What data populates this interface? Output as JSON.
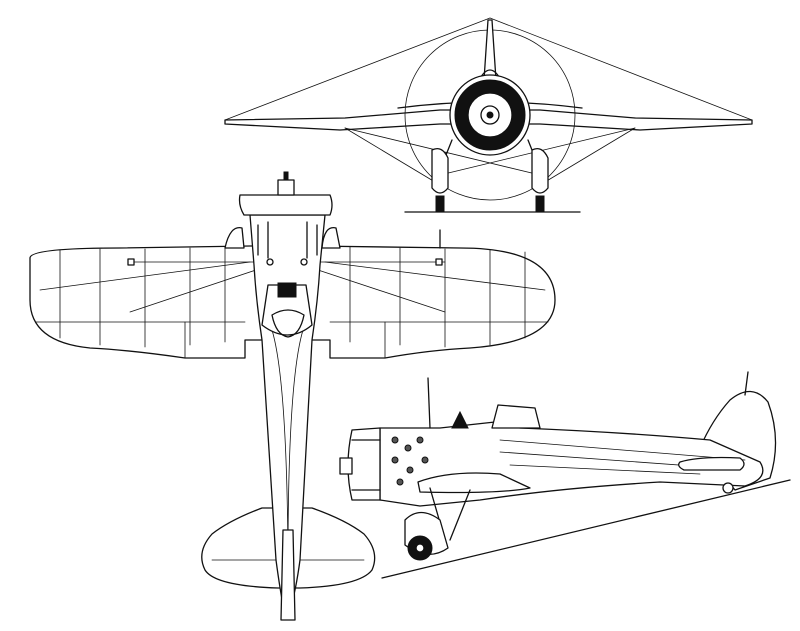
{
  "drawing": {
    "type": "three-view aircraft line drawing",
    "views": [
      "front-view",
      "top-view",
      "side-view"
    ],
    "colors": {
      "background": "#ffffff",
      "line": "#111111"
    }
  }
}
